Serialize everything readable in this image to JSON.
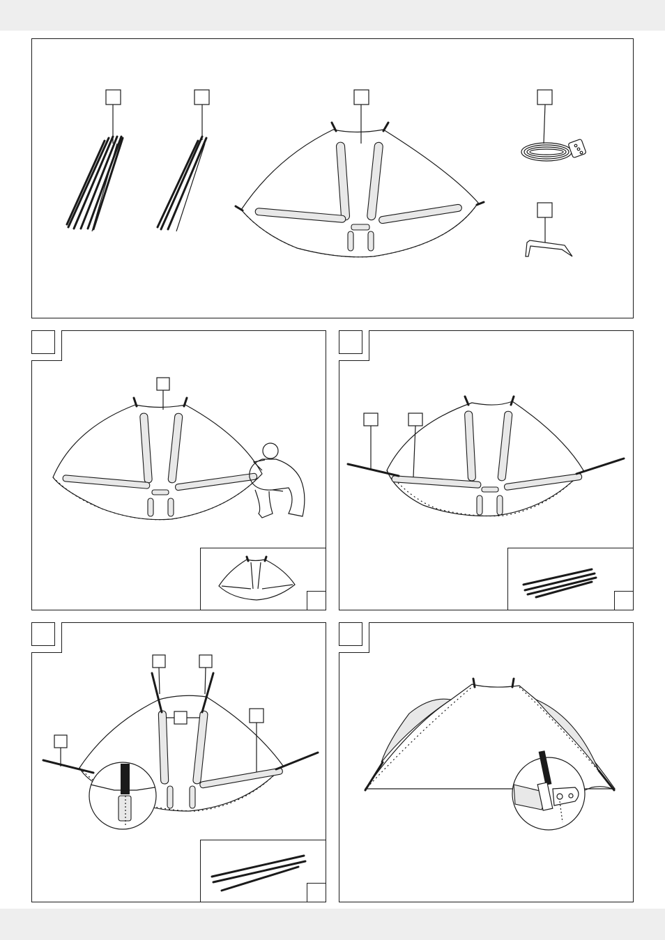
{
  "page": {
    "background": "#ffffff",
    "band_color": "#eeeeee",
    "line_color": "#1a1a1a",
    "sleeve_color": "#e8e8e8"
  },
  "panels": [
    {
      "id": "parts-overview",
      "callouts": [
        "",
        "",
        "",
        "",
        ""
      ]
    },
    {
      "id": "step-1",
      "step_number": "",
      "callouts": [
        ""
      ]
    },
    {
      "id": "step-2",
      "step_number": "",
      "callouts": [
        "",
        ""
      ]
    },
    {
      "id": "step-3",
      "step_number": "",
      "callouts": [
        "",
        "",
        "",
        ""
      ]
    },
    {
      "id": "step-4",
      "step_number": ""
    }
  ]
}
